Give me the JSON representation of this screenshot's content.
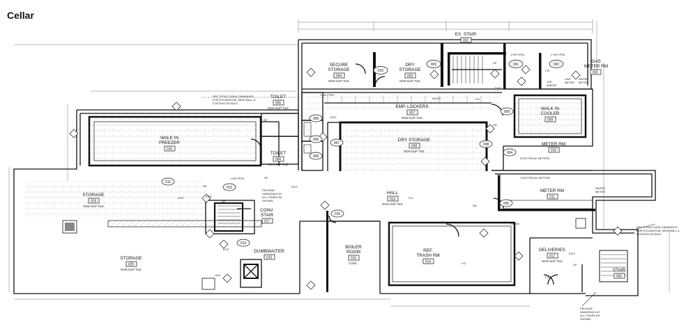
{
  "page": {
    "title": "Cellar"
  },
  "rooms": [
    {
      "id": "ex-stair",
      "name": "EX. STAIR",
      "num": "002",
      "sub": ""
    },
    {
      "id": "secure-storage",
      "name": "SECURE STORAGE",
      "num": "004",
      "sub": "NON-SLIP TILE"
    },
    {
      "id": "dry-storage-003",
      "name": "DRY STORAGE",
      "num": "003",
      "sub": "NON-SLIP TILE"
    },
    {
      "id": "gas-meter",
      "name": "GAS METER RM",
      "num": "001",
      "sub": ""
    },
    {
      "id": "toilet-005",
      "name": "TOILET",
      "num": "005",
      "sub": "NON-SLIP TILE"
    },
    {
      "id": "emp-lockers",
      "name": "EMP. LOCKERS",
      "num": "007",
      "sub": "NON-SLIP TILE"
    },
    {
      "id": "walk-in-cooler",
      "name": "WALK IN COOLER",
      "num": "009",
      "sub": ""
    },
    {
      "id": "walk-in-freezer",
      "name": "WALK IN FREEZER",
      "num": "016",
      "sub": ""
    },
    {
      "id": "toilet-006",
      "name": "TOILET",
      "num": "006",
      "sub": "NON-SLIP TILE"
    },
    {
      "id": "dry-storage-008",
      "name": "DRY STORAGE",
      "num": "008",
      "sub": "NON-SLIP TILE"
    },
    {
      "id": "meter-rm-010",
      "name": "METER RM",
      "num": "010",
      "sub": ""
    },
    {
      "id": "storage-019",
      "name": "STORAGE",
      "num": "019",
      "sub": "NON-SLIP TILE"
    },
    {
      "id": "hall",
      "name": "HALL",
      "num": "013",
      "sub": "NON-SLIP TILE"
    },
    {
      "id": "meter-rm-011",
      "name": "METER RM",
      "num": "011",
      "sub": ""
    },
    {
      "id": "conv-stair",
      "name": "CONV. STAIR",
      "num": "017",
      "sub": ""
    },
    {
      "id": "dumbwaiter",
      "name": "DUMBWAITER",
      "num": "015",
      "sub": ""
    },
    {
      "id": "boiler-room",
      "name": "BOILER ROOM",
      "num": "015",
      "sub": "CONC."
    },
    {
      "id": "ref-trash",
      "name": "REF. TRASH RM",
      "num": "014",
      "sub": ""
    },
    {
      "id": "deliveries",
      "name": "DELIVERIES",
      "num": "012",
      "sub": "NON-SLIP TILE"
    },
    {
      "id": "storage-020",
      "name": "STORAGE",
      "num": "020",
      "sub": "NON-SLIP TILE"
    },
    {
      "id": "stair-005",
      "name": "STAIR",
      "num": "005",
      "sub": ""
    }
  ],
  "doors": [
    "010",
    "003",
    "001",
    "002",
    "005",
    "006",
    "007",
    "008",
    "009",
    "004",
    "011",
    "012",
    "013",
    "016",
    "005",
    "006"
  ],
  "labels": {
    "hr_fpsc": "1 HR FPSC",
    "up": "UP",
    "dn": "DN",
    "exit": "EXIT",
    "fd": "F.D.",
    "sp": "SP",
    "align": "ALIGN",
    "fb": "F.B.",
    "joe_maker": "JOE MAKER",
    "gas_meter": "GAS METER",
    "water_meter_top": "WATER METER",
    "water_meter": "WATER METER",
    "electrical_meters": "ELECTRICAL METERS",
    "hlb": "HLB",
    "note_structural_1": "SEE STRUCTURAL DRAWINGS FOR EXCAVATION, NEW WALL & FOOTING DETAILS",
    "note_structural_2": "SEE STRUCTURAL DRAWINGS FOR EXCAVATION, NEW WALL & FOOTING DETAILS",
    "note_handrails_1": "PROVIDE HANDRAILS AT ALL STAIRS AS SHOWN",
    "note_handrails_2": "PROVIDE HANDRAILS AT ALL STAIRS AS SHOWN"
  }
}
